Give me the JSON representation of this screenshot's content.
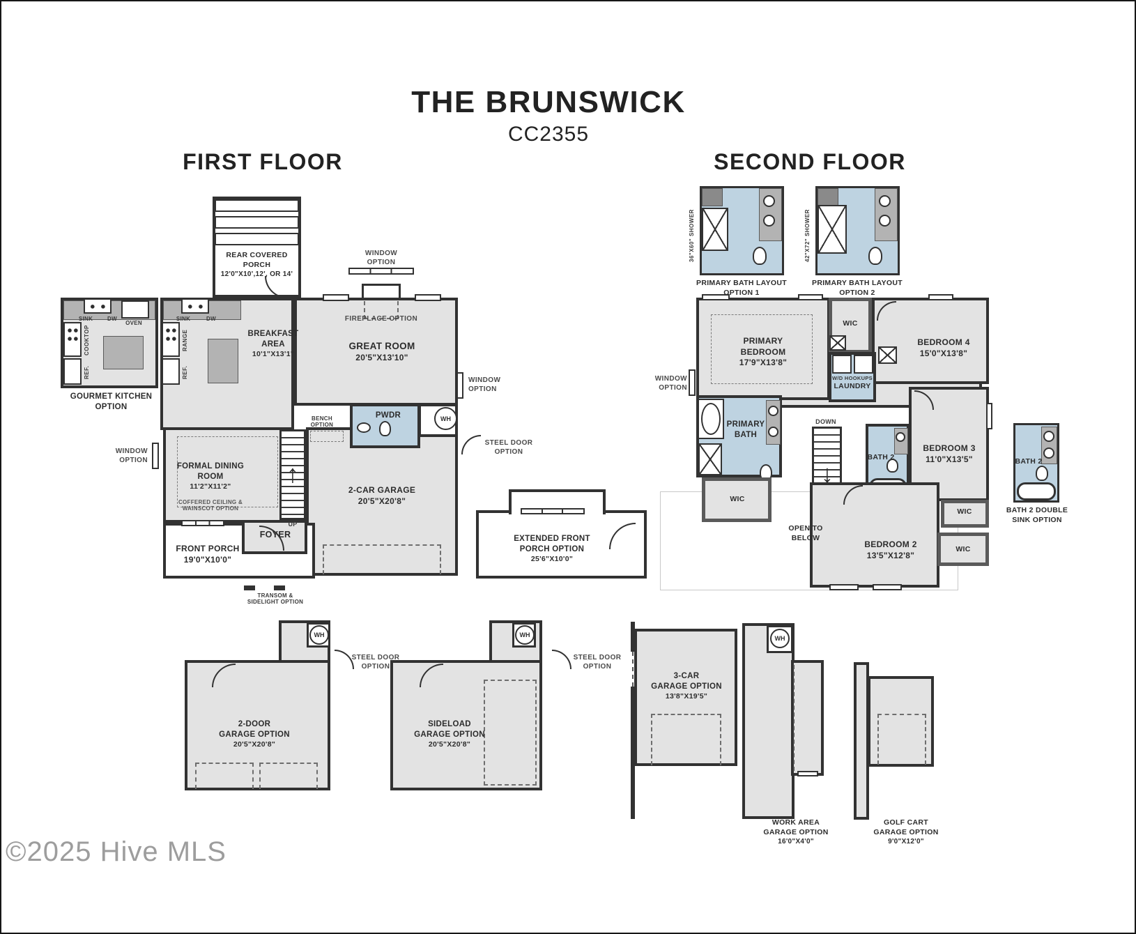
{
  "title": {
    "name": "THE BRUNSWICK",
    "model": "CC2355"
  },
  "headings": {
    "first_floor": "FIRST FLOOR",
    "second_floor": "SECOND FLOOR"
  },
  "watermark": "©2025 Hive MLS",
  "icons": {
    "up_arrow": "↑",
    "down_arrow": "↓"
  },
  "shared": {
    "window_option": {
      "line1": "WINDOW",
      "line2": "OPTION"
    },
    "steel_door_option": {
      "line1": "STEEL DOOR",
      "line2": "OPTION"
    },
    "wh": "WH",
    "wic": "WIC",
    "bath2": "BATH 2"
  },
  "first_floor": {
    "rear_porch": {
      "line1": "REAR COVERED",
      "line2": "PORCH",
      "dims": "12'0\"X10',12', OR 14'"
    },
    "gourmet_kitchen": {
      "line1": "GOURMET KITCHEN",
      "line2": "OPTION"
    },
    "kitchen": {
      "sink": "SINK",
      "dw": "DW",
      "oven": "OVEN",
      "cooktop": "COOKTOP",
      "ref": "REF.",
      "range": "RANGE"
    },
    "breakfast": {
      "line1": "BREAKFAST",
      "line2": "AREA",
      "dims": "10'1\"X13'1\""
    },
    "great_room": {
      "name": "GREAT ROOM",
      "dims": "20'5\"X13'10\""
    },
    "fireplace_option": "FIREPLACE OPTION",
    "bench_option": {
      "line1": "BENCH",
      "line2": "OPTION"
    },
    "pwdr": "PWDR",
    "dining": {
      "line1": "FORMAL DINING",
      "line2": "ROOM",
      "dims": "11'2\"X11'2\"",
      "option1": "COFFERED CEILING &",
      "option2": "WAINSCOT OPTION"
    },
    "foyer": "FOYER",
    "up": "UP",
    "front_porch": {
      "name": "FRONT PORCH",
      "dims": "19'0\"X10'0\""
    },
    "transom": {
      "line1": "TRANSOM &",
      "line2": "SIDELIGHT OPTION"
    },
    "garage": {
      "name": "2-CAR GARAGE",
      "dims": "20'5\"X20'8\""
    },
    "ext_porch": {
      "line1": "EXTENDED FRONT",
      "line2": "PORCH OPTION",
      "dims": "25'6\"X10'0\""
    }
  },
  "second_floor": {
    "bath_layout1": {
      "line1": "PRIMARY BATH LAYOUT",
      "line2": "OPTION 1",
      "shower": "36\"X60\" SHOWER"
    },
    "bath_layout2": {
      "line1": "PRIMARY BATH LAYOUT",
      "line2": "OPTION 2",
      "shower": "42\"X72\" SHOWER"
    },
    "primary_bedroom": {
      "line1": "PRIMARY",
      "line2": "BEDROOM",
      "dims": "17'9\"X13'8\""
    },
    "bedroom4": {
      "name": "BEDROOM 4",
      "dims": "15'0\"X13'8\""
    },
    "laundry": {
      "hookups": "W/D HOOKUPS",
      "name": "LAUNDRY"
    },
    "primary_bath": {
      "line1": "PRIMARY",
      "line2": "BATH"
    },
    "down": "DOWN",
    "bedroom3": {
      "name": "BEDROOM 3",
      "dims": "11'0\"X13'5\""
    },
    "open_below": {
      "line1": "OPEN TO",
      "line2": "BELOW"
    },
    "bedroom2": {
      "name": "BEDROOM 2",
      "dims": "13'5\"X12'8\""
    },
    "bath2_double": {
      "line1": "BATH 2 DOUBLE",
      "line2": "SINK OPTION"
    }
  },
  "garage_options": {
    "two_door": {
      "line1": "2-DOOR",
      "line2": "GARAGE OPTION",
      "dims": "20'5\"X20'8\""
    },
    "sideload": {
      "line1": "SIDELOAD",
      "line2": "GARAGE OPTION",
      "dims": "20'5\"X20'8\""
    },
    "three_car": {
      "line1": "3-CAR",
      "line2": "GARAGE OPTION",
      "dims": "13'8\"X19'5\""
    },
    "work_area": {
      "line1": "WORK AREA",
      "line2": "GARAGE OPTION",
      "dims": "16'0\"X4'0\""
    },
    "golf_cart": {
      "line1": "GOLF CART",
      "line2": "GARAGE OPTION",
      "dims": "9'0\"X12'0\""
    }
  },
  "colors": {
    "wall": "#323232",
    "room_fill": "#e3e3e3",
    "bath_fill": "#bed3e1",
    "counter": "#b3b3b3",
    "label": "#2c2c2c"
  }
}
